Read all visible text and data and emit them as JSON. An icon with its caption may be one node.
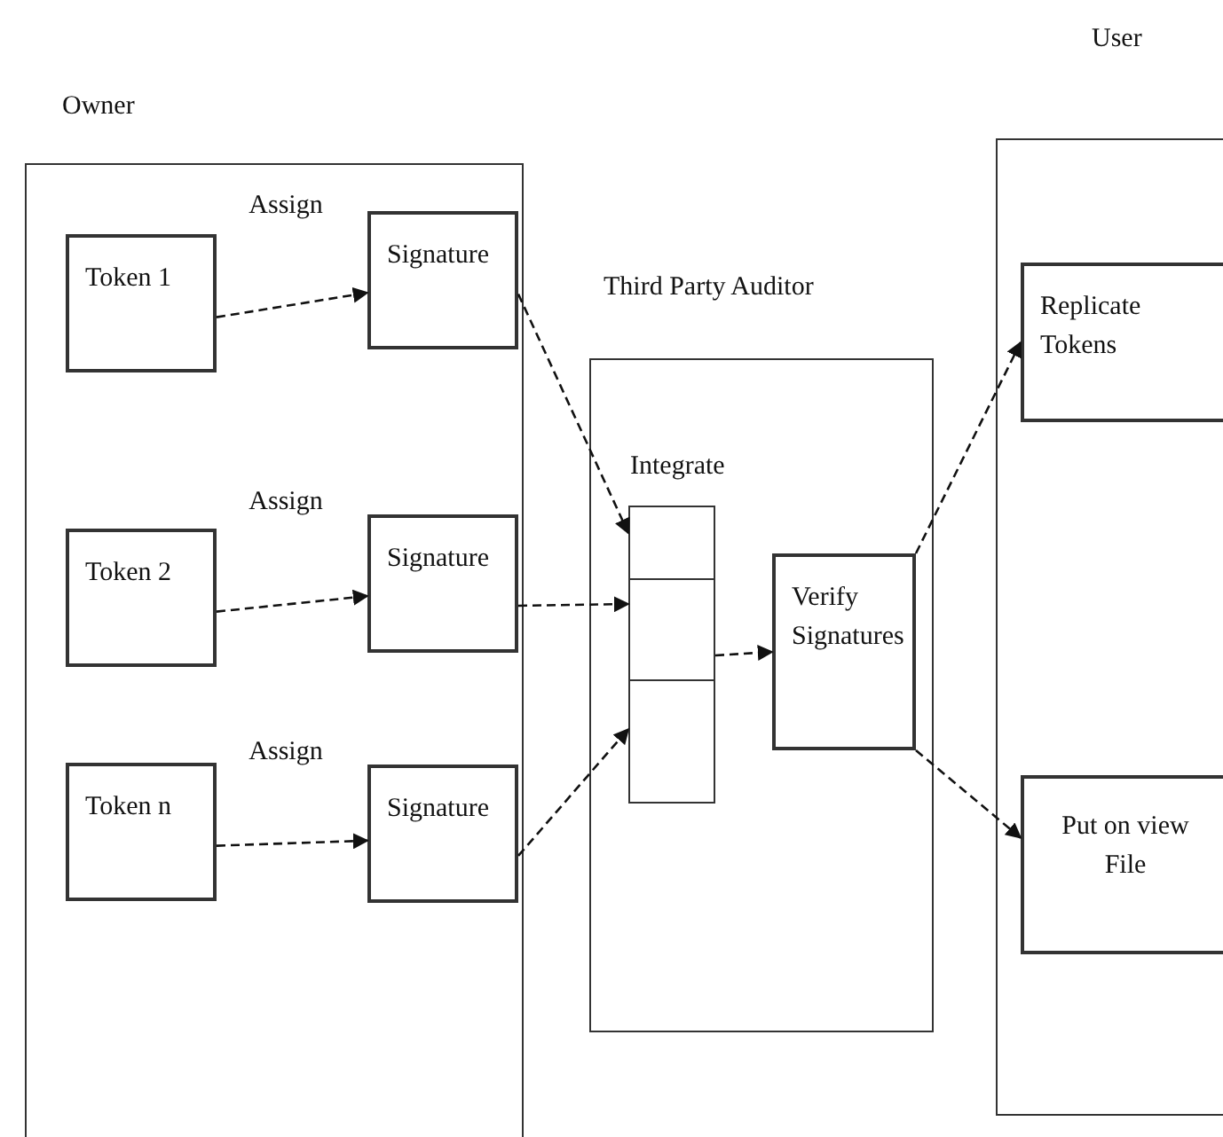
{
  "diagram": {
    "nodes": [
      {
        "text": [
          "Owner"
        ]
      },
      {
        "text": [
          "Token 1"
        ],
        "in": 0
      },
      {
        "text": [
          "Signature"
        ],
        "in": 0
      },
      {
        "text": [
          "Token 2"
        ],
        "in": 0
      },
      {
        "text": [
          "Signature"
        ],
        "in": 0
      },
      {
        "text": [
          "Token n"
        ],
        "in": 0
      },
      {
        "text": [
          "Signature"
        ],
        "in": 0
      },
      {
        "text": [
          "Third Party Auditor"
        ]
      },
      {
        "text": [
          "Integrate"
        ],
        "in": 7
      },
      {
        "text": [],
        "shape": "box",
        "in": 8
      },
      {
        "text": [],
        "shape": "box",
        "in": 8
      },
      {
        "text": [],
        "shape": "box",
        "in": 8
      },
      {
        "text": [
          "Verify Signatures"
        ],
        "in": 7
      },
      {
        "text": [
          "User"
        ]
      },
      {
        "text": [
          "Replicate Tokens"
        ],
        "in": 13
      },
      {
        "text": [
          "Put on view File"
        ],
        "in": 13
      }
    ],
    "edges": [
      {
        "from": 1,
        "to": 2,
        "arrow": "to",
        "label": "Assign",
        "style": "dashed"
      },
      {
        "from": 3,
        "to": 4,
        "arrow": "to",
        "label": "Assign",
        "style": "dashed"
      },
      {
        "from": 5,
        "to": 6,
        "arrow": "to",
        "label": "Assign",
        "style": "dashed"
      },
      {
        "from": 2,
        "to": 9,
        "arrow": "to",
        "style": "dashed"
      },
      {
        "from": 4,
        "to": 10,
        "arrow": "to",
        "style": "dashed"
      },
      {
        "from": 6,
        "to": 11,
        "arrow": "to",
        "style": "dashed"
      },
      {
        "from": 10,
        "to": 12,
        "arrow": "to",
        "style": "dashed"
      },
      {
        "from": 12,
        "to": 14,
        "arrow": "to",
        "style": "dashed"
      },
      {
        "from": 12,
        "to": 15,
        "arrow": "to",
        "style": "dashed"
      }
    ]
  }
}
